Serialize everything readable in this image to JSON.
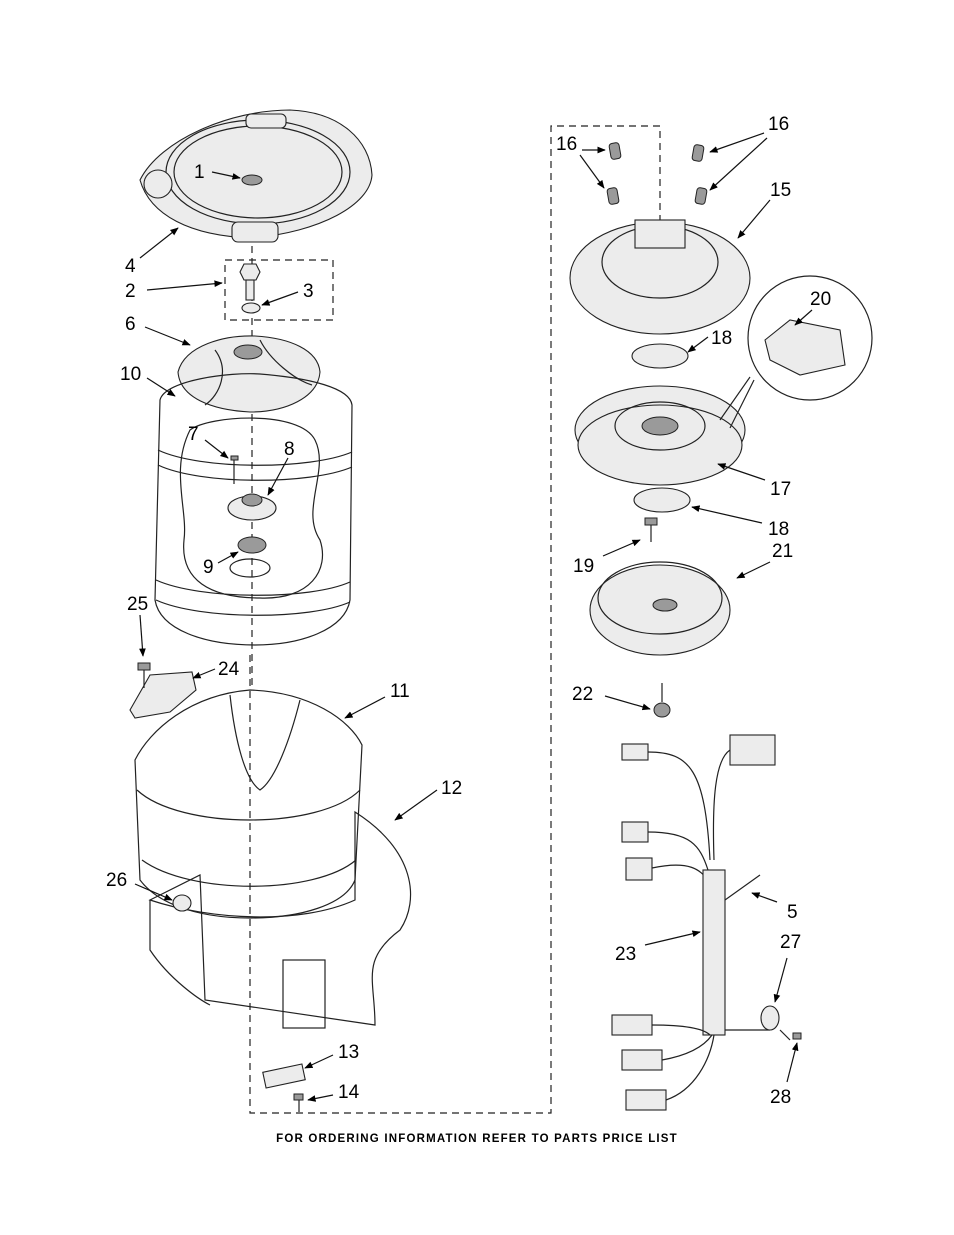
{
  "callouts": {
    "c1": "1",
    "c2": "2",
    "c3": "3",
    "c4": "4",
    "c5": "5",
    "c6": "6",
    "c7": "7",
    "c8": "8",
    "c9": "9",
    "c10": "10",
    "c11": "11",
    "c12": "12",
    "c13": "13",
    "c14": "14",
    "c15": "15",
    "c16a": "16",
    "c16b": "16",
    "c17": "17",
    "c18a": "18",
    "c18b": "18",
    "c19": "19",
    "c20": "20",
    "c21": "21",
    "c22": "22",
    "c23": "23",
    "c24": "24",
    "c25": "25",
    "c26": "26",
    "c27": "27",
    "c28": "28"
  },
  "footer": "FOR ORDERING INFORMATION REFER TO PARTS PRICE LIST"
}
